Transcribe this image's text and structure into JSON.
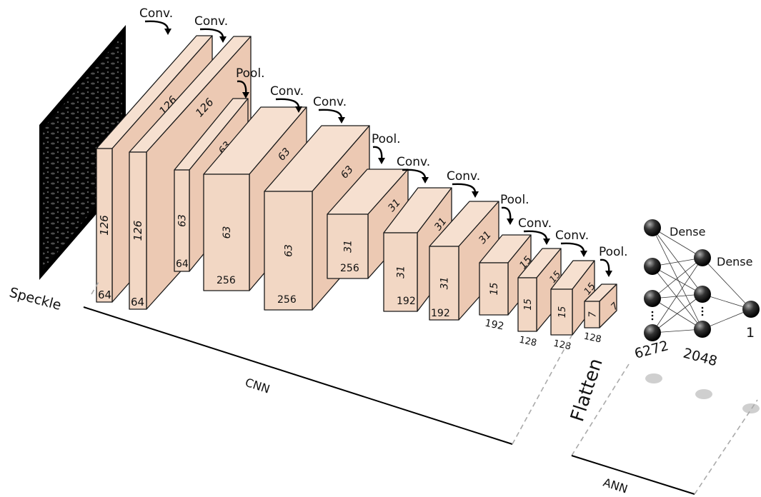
{
  "input": {
    "label": "Speckle"
  },
  "blocks": [
    {
      "height": "126",
      "width": "126",
      "channels": "64"
    },
    {
      "height": "126",
      "width": "126",
      "channels": "64"
    },
    {
      "height": "63",
      "width": "63",
      "channels": "64"
    },
    {
      "height": "63",
      "width": "63",
      "channels": "256"
    },
    {
      "height": "63",
      "width": "63",
      "channels": "256"
    },
    {
      "height": "31",
      "width": "31",
      "channels": "256"
    },
    {
      "height": "31",
      "width": "31",
      "channels": "192"
    },
    {
      "height": "31",
      "width": "31",
      "channels": "192"
    },
    {
      "height": "15",
      "width": "15",
      "channels": "192"
    },
    {
      "height": "15",
      "width": "15",
      "channels": "128"
    },
    {
      "height": "15",
      "width": "15",
      "channels": "128"
    },
    {
      "height": "7",
      "width": "7",
      "channels": "128"
    }
  ],
  "operations": [
    "Conv.",
    "Conv.",
    "Pool.",
    "Conv.",
    "Conv.",
    "Pool.",
    "Conv.",
    "Conv.",
    "Pool.",
    "Conv.",
    "Conv.",
    "Pool."
  ],
  "ann": {
    "layers": [
      {
        "name": "Dense",
        "count": "6272"
      },
      {
        "name": "Dense",
        "count": "2048"
      },
      {
        "name": "",
        "count": "1"
      }
    ],
    "flatten_label": "Flatten"
  },
  "sections": {
    "cnn": "CNN",
    "ann": "ANN"
  }
}
